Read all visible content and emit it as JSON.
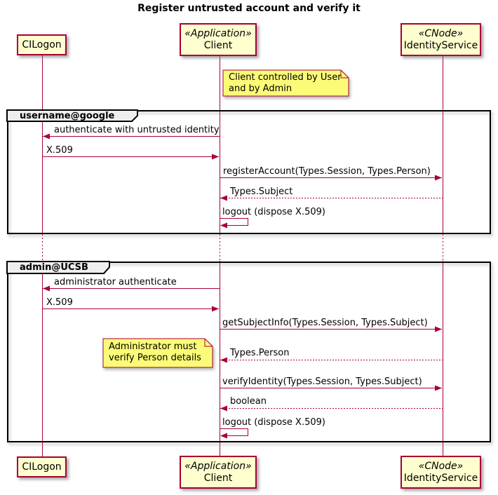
{
  "title": "Register untrusted account and verify it",
  "colors": {
    "accent": "#A80036",
    "participant_fill": "#FEFECE",
    "note_fill": "#FBFB77",
    "frame_border": "#000000",
    "tab_fill": "#EEEEEE"
  },
  "participants": [
    {
      "name": "CILogon",
      "stereotype": ""
    },
    {
      "name": "Client",
      "stereotype": "«Application»"
    },
    {
      "name": "IdentityService",
      "stereotype": "«CNode»"
    }
  ],
  "note_client": {
    "line1": "Client controlled by User",
    "line2": "and by Admin"
  },
  "note_admin": {
    "line1": "Administrator must",
    "line2": "verify Person details"
  },
  "frames": [
    {
      "label": "username@google",
      "messages": [
        {
          "text": "authenticate with untrusted identity",
          "kind": "solid-left"
        },
        {
          "text": "X.509",
          "kind": "solid-right"
        },
        {
          "text": "registerAccount(Types.Session, Types.Person)",
          "kind": "solid-right"
        },
        {
          "text": "Types.Subject",
          "kind": "dotted-left"
        },
        {
          "text": "logout (dispose X.509)",
          "kind": "self"
        }
      ]
    },
    {
      "label": "admin@UCSB",
      "messages": [
        {
          "text": "administrator authenticate",
          "kind": "solid-left"
        },
        {
          "text": "X.509",
          "kind": "solid-right"
        },
        {
          "text": "getSubjectInfo(Types.Session, Types.Subject)",
          "kind": "solid-right"
        },
        {
          "text": "Types.Person",
          "kind": "dotted-left"
        },
        {
          "text": "verifyIdentity(Types.Session, Types.Subject)",
          "kind": "solid-right"
        },
        {
          "text": "boolean",
          "kind": "dotted-left"
        },
        {
          "text": "logout (dispose X.509)",
          "kind": "self"
        }
      ]
    }
  ]
}
